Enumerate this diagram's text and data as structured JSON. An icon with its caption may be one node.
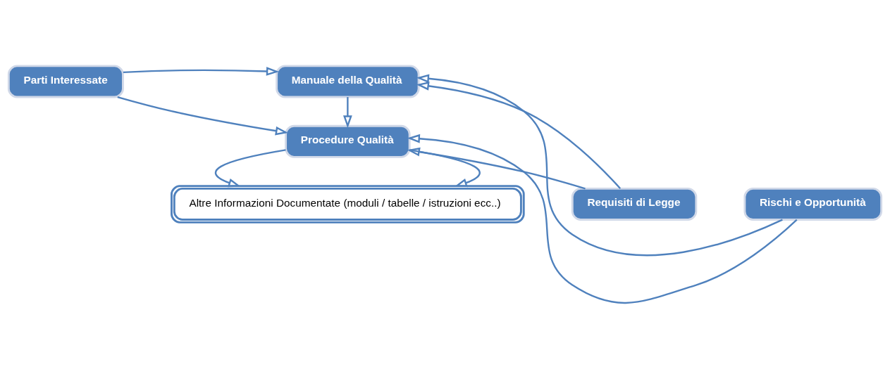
{
  "diagram": {
    "nodes": [
      {
        "text": [
          "Manuale della Qualità"
        ]
      },
      {
        "text": [
          "Parti Interessate"
        ]
      },
      {
        "text": [
          "Procedure Qualità"
        ]
      },
      {
        "text": [
          "Requisiti di Legge"
        ]
      },
      {
        "text": [
          "Rischi e Opportunità"
        ]
      },
      {
        "text": [
          "Altre Informazioni Documentate (moduli / tabelle / istruzioni ecc..)"
        ]
      }
    ],
    "edges": [
      {
        "from": 1,
        "to": 0,
        "arrow": "to"
      },
      {
        "from": 1,
        "to": 2,
        "arrow": "to"
      },
      {
        "from": 0,
        "to": 2,
        "arrow": "to"
      },
      {
        "from": 3,
        "to": 0,
        "arrow": "to"
      },
      {
        "from": 4,
        "to": 0,
        "arrow": "to"
      },
      {
        "from": 3,
        "to": 2,
        "arrow": "to"
      },
      {
        "from": 4,
        "to": 2,
        "arrow": "to"
      },
      {
        "from": 2,
        "to": 5,
        "arrow": "to"
      },
      {
        "from": 2,
        "to": 5,
        "arrow": "to"
      }
    ]
  }
}
